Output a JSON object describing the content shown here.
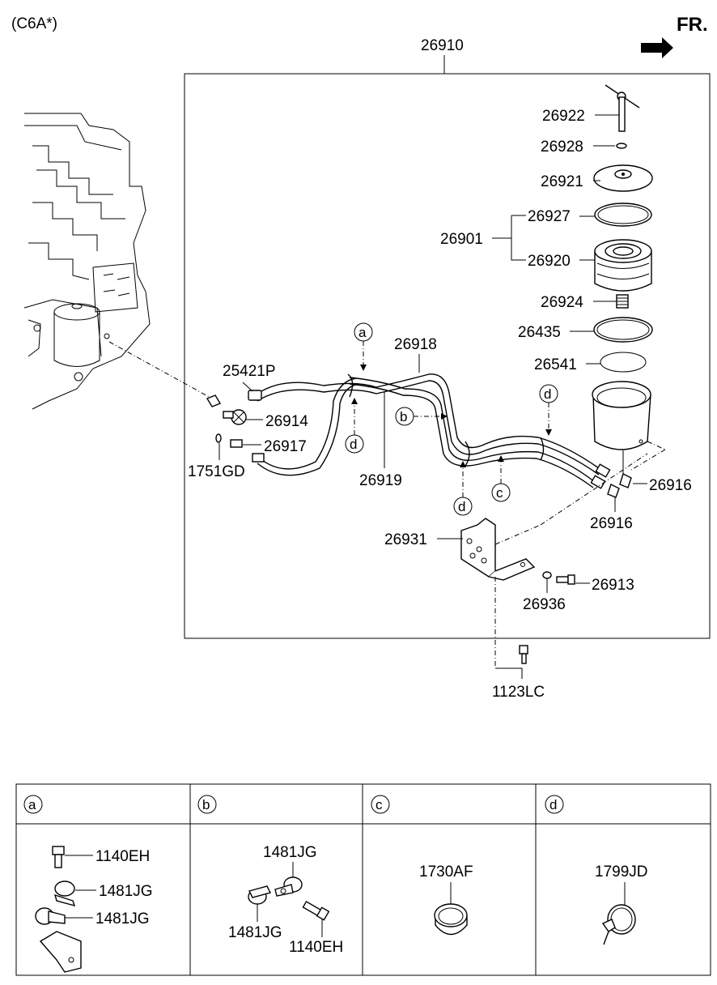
{
  "header": {
    "variant": "(C6A*)",
    "direction": "FR."
  },
  "assembly": {
    "main": "26910",
    "filter_assy": "26901"
  },
  "parts": {
    "p26922": "26922",
    "p26928": "26928",
    "p26921": "26921",
    "p26927": "26927",
    "p26920": "26920",
    "p26924": "26924",
    "p26435": "26435",
    "p26541": "26541",
    "p26918": "26918",
    "p25421P": "25421P",
    "p26914": "26914",
    "p26917": "26917",
    "p1751GD": "1751GD",
    "p26919": "26919",
    "p26916a": "26916",
    "p26916b": "26916",
    "p26931": "26931",
    "p26936": "26936",
    "p26913": "26913",
    "p1123LC": "1123LC"
  },
  "callouts": {
    "a": "a",
    "b": "b",
    "c": "c",
    "d1": "d",
    "d2": "d",
    "d3": "d"
  },
  "table": {
    "headers": [
      "a",
      "b",
      "c",
      "d"
    ],
    "a": {
      "top": "1140EH",
      "mid": "1481JG",
      "bot": "1481JG"
    },
    "b": {
      "top": "1481JG",
      "left": "1481JG",
      "right": "1140EH"
    },
    "c": {
      "part": "1730AF"
    },
    "d": {
      "part": "1799JD"
    }
  }
}
